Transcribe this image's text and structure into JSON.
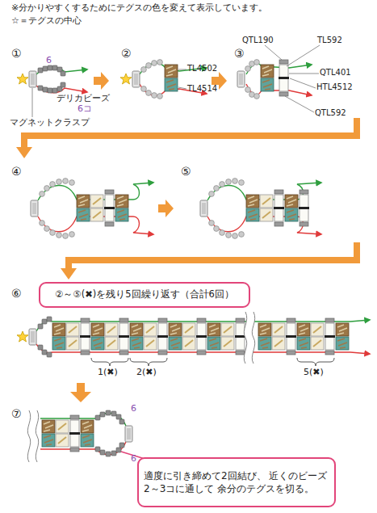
{
  "diagram": {
    "nodes": [
      {
        "text": [
          "②～⑤(✖)を残り5回繰り返す（合計6回）"
        ]
      },
      {
        "text": [
          "適度に引き締めて2回結び、 近くのビーズ2～3コに通して 余分のテグスを切る。"
        ]
      }
    ],
    "labels": [
      "※分かりやすくするためにテグスの色を変えて表示しています。",
      "☆＝テグスの中心",
      "①",
      "6",
      "デリカビーズ",
      "6コ",
      "マグネットクラスプ",
      "②",
      "TL4502",
      "TL4514",
      "③",
      "QTL190",
      "TL592",
      "QTL401",
      "HTL4512",
      "QTL592",
      "④",
      "⑤",
      "⑥",
      "1(✖)",
      "2(✖)",
      "5(✖)",
      "⑦",
      "6",
      "6"
    ]
  }
}
